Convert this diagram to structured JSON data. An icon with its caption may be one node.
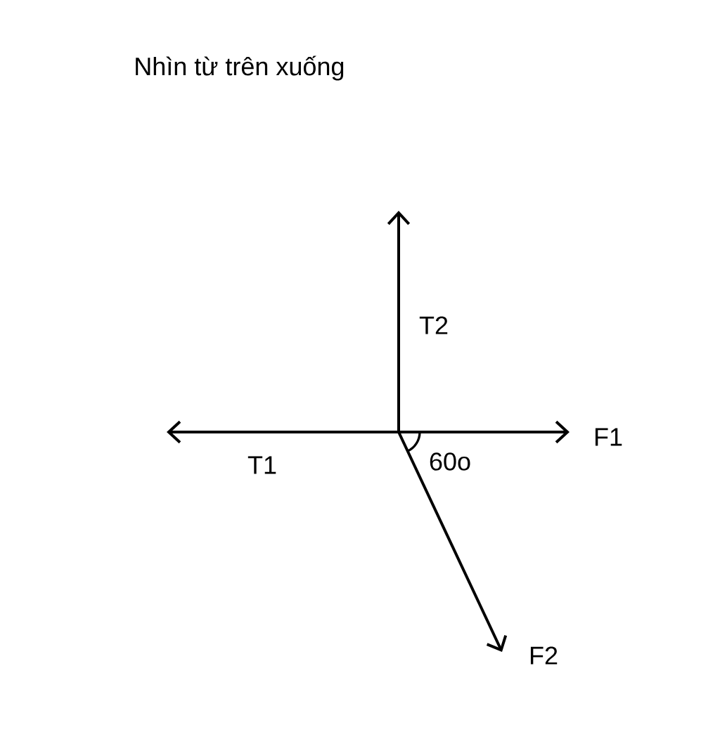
{
  "diagram": {
    "title": "Nhìn từ trên xuống",
    "labels": [
      "T2",
      "F1",
      "60o",
      "T1",
      "F2"
    ]
  }
}
